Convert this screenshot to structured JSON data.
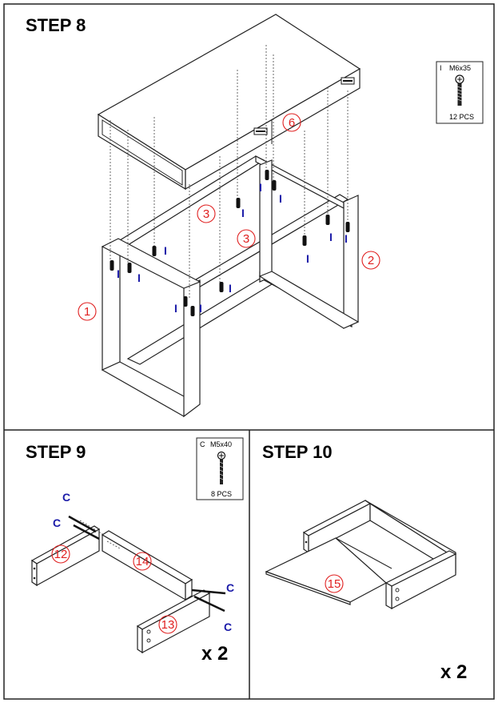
{
  "steps": {
    "step8": {
      "title": "STEP 8"
    },
    "step9": {
      "title": "STEP 9",
      "multiplier": "x 2"
    },
    "step10": {
      "title": "STEP 10",
      "multiplier": "x 2"
    }
  },
  "hardware": {
    "step8_box": {
      "letter": "I",
      "size": "M6x35",
      "qty": "12 PCS"
    },
    "step9_box": {
      "letter": "C",
      "size": "M5x40",
      "qty": "8 PCS"
    }
  },
  "labels": {
    "bolt_I": "I",
    "bolt_C": "C",
    "part_1": "1",
    "part_2": "2",
    "part_3": "3",
    "part_6": "6",
    "part_12": "12",
    "part_13": "13",
    "part_14": "14",
    "part_15": "15"
  },
  "colors": {
    "part_number": "#e02020",
    "hardware_letter": "#1a1aa8",
    "line": "#222222"
  }
}
